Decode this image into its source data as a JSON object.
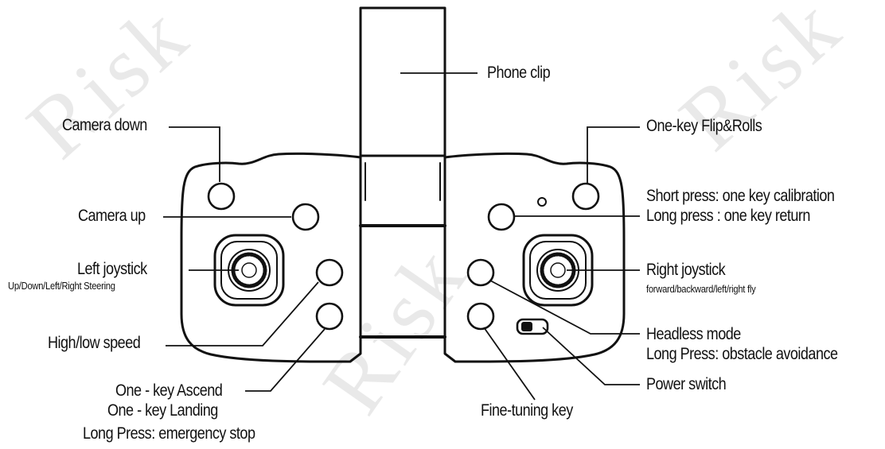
{
  "watermark": "Risk",
  "labels": {
    "phone_clip": "Phone clip",
    "camera_down": "Camera down",
    "camera_up": "Camera up",
    "left_joystick": "Left joystick",
    "left_joystick_desc": "Up/Down/Left/Right Steering",
    "high_low_speed": "High/low speed",
    "ascend": "One - key Ascend",
    "landing": "One - key  Landing",
    "emergency": "Long Press: emergency stop",
    "flip_rolls": "One-key Flip&Rolls",
    "short_press": "Short press: one key  calibration",
    "long_press_return": "Long press : one key  return",
    "right_joystick": "Right joystick",
    "right_joystick_desc": "forward/backward/left/right fly",
    "headless": "Headless mode",
    "obstacle": "Long Press:  obstacle avoidance",
    "power_switch": "Power switch",
    "fine_tuning": "Fine-tuning key"
  }
}
